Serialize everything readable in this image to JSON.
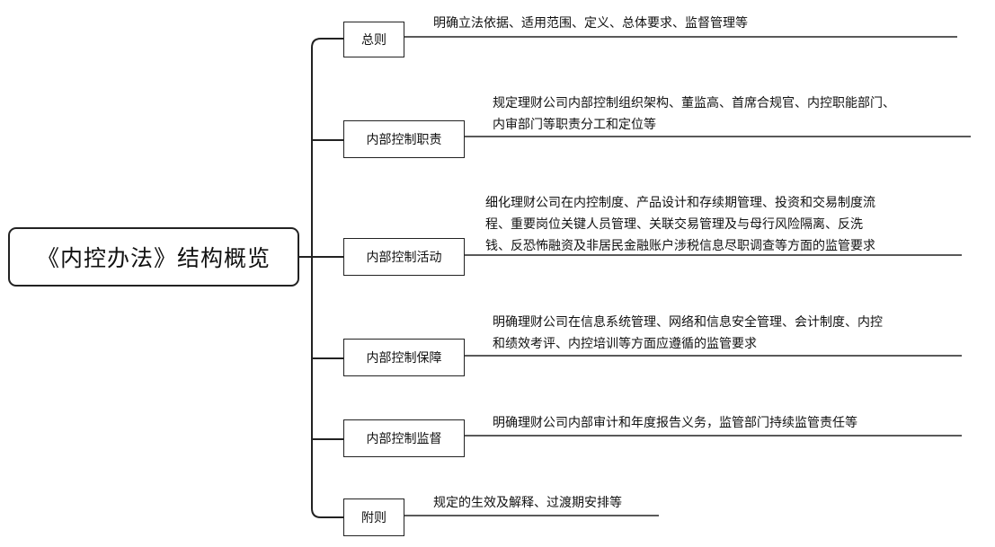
{
  "root": {
    "label": "《内控办法》结构概览"
  },
  "branches": [
    {
      "label": "总则",
      "desc": "明确立法依据、适用范围、定义、总体要求、监督管理等"
    },
    {
      "label": "内部控制职责",
      "desc": "规定理财公司内部控制组织架构、董监高、首席合规官、内控职能部门、\n内审部门等职责分工和定位等"
    },
    {
      "label": "内部控制活动",
      "desc": "细化理财公司在内控制度、产品设计和存续期管理、投资和交易制度流\n程、重要岗位关键人员管理、关联交易管理及与母行风险隔离、反洗\n钱、反恐怖融资及非居民金融账户涉税信息尽职调查等方面的监管要求"
    },
    {
      "label": "内部控制保障",
      "desc": "明确理财公司在信息系统管理、网络和信息安全管理、会计制度、内控\n和绩效考评、内控培训等方面应遵循的监管要求"
    },
    {
      "label": "内部控制监督",
      "desc": "明确理财公司内部审计和年度报告义务，监管部门持续监管责任等"
    },
    {
      "label": "附则",
      "desc": "规定的生效及解释、过渡期安排等"
    }
  ]
}
